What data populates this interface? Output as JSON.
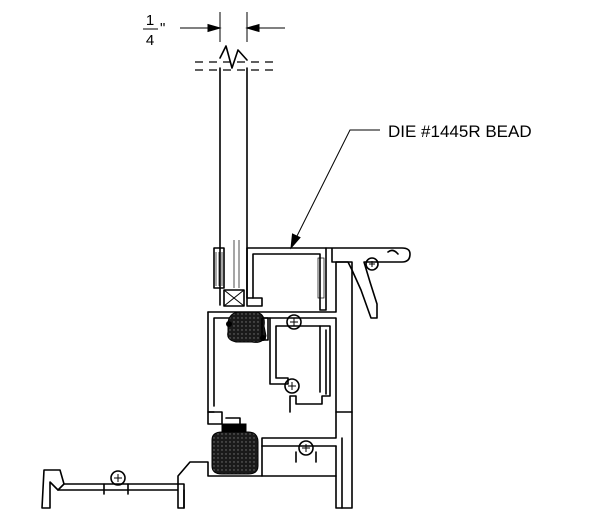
{
  "dimension": {
    "numerator": "1",
    "denominator": "4",
    "unit_mark": "\""
  },
  "callout": {
    "label": "DIE #1445R BEAD"
  },
  "colors": {
    "line": "#000000",
    "background": "#ffffff",
    "gasket": "#1a1a1a"
  }
}
